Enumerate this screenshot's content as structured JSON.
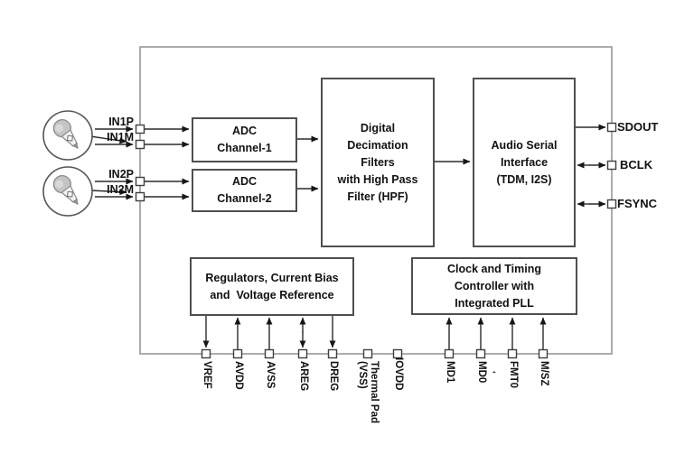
{
  "diagram": {
    "title_hint": "Audio ADC functional block diagram",
    "blocks": {
      "adc1": "ADC\nChannel-1",
      "adc2": "ADC\nChannel-2",
      "decimation": "Digital\nDecimation\nFilters\nwith High Pass\nFilter (HPF)",
      "asi": "Audio Serial\nInterface\n(TDM, I2S)",
      "regulators": "Regulators, Current Bias\nand  Voltage Reference",
      "clock": "Clock and Timing\nController with\nIntegrated PLL"
    },
    "left_pins": [
      {
        "label": "IN1P",
        "direction": "in"
      },
      {
        "label": "IN1M",
        "direction": "in"
      },
      {
        "label": "IN2P",
        "direction": "in"
      },
      {
        "label": "IN2M",
        "direction": "in"
      }
    ],
    "right_pins": [
      {
        "label": "SDOUT",
        "direction": "out"
      },
      {
        "label": "BCLK",
        "direction": "bidirectional"
      },
      {
        "label": "FSYNC",
        "direction": "bidirectional"
      }
    ],
    "bottom_pins": [
      {
        "label": "VREF",
        "arrow": "down"
      },
      {
        "label": "AVDD",
        "arrow": "up"
      },
      {
        "label": "AVSS",
        "arrow": "up"
      },
      {
        "label": "AREG",
        "arrow": "both"
      },
      {
        "label": "DREG",
        "arrow": "down"
      },
      {
        "label": "Thermal Pad\n(VSS)",
        "arrow": "none"
      },
      {
        "label": "IOVDD",
        "arrow": "none"
      },
      {
        "label": "MD1",
        "arrow": "up"
      },
      {
        "label": "MD0",
        "arrow": "up"
      },
      {
        "label": "FMT0",
        "arrow": "up"
      },
      {
        "label": "M/SZ",
        "arrow": "up"
      }
    ],
    "annotations": {
      "dash": "-"
    },
    "icons": {
      "input_source": "microphone-icon"
    },
    "colors": {
      "line": "#2b2b2b",
      "outer_border": "#909090",
      "block_border": "#4f4f4f",
      "text": "#111111",
      "mic_fill": "#c4c4c4"
    }
  }
}
